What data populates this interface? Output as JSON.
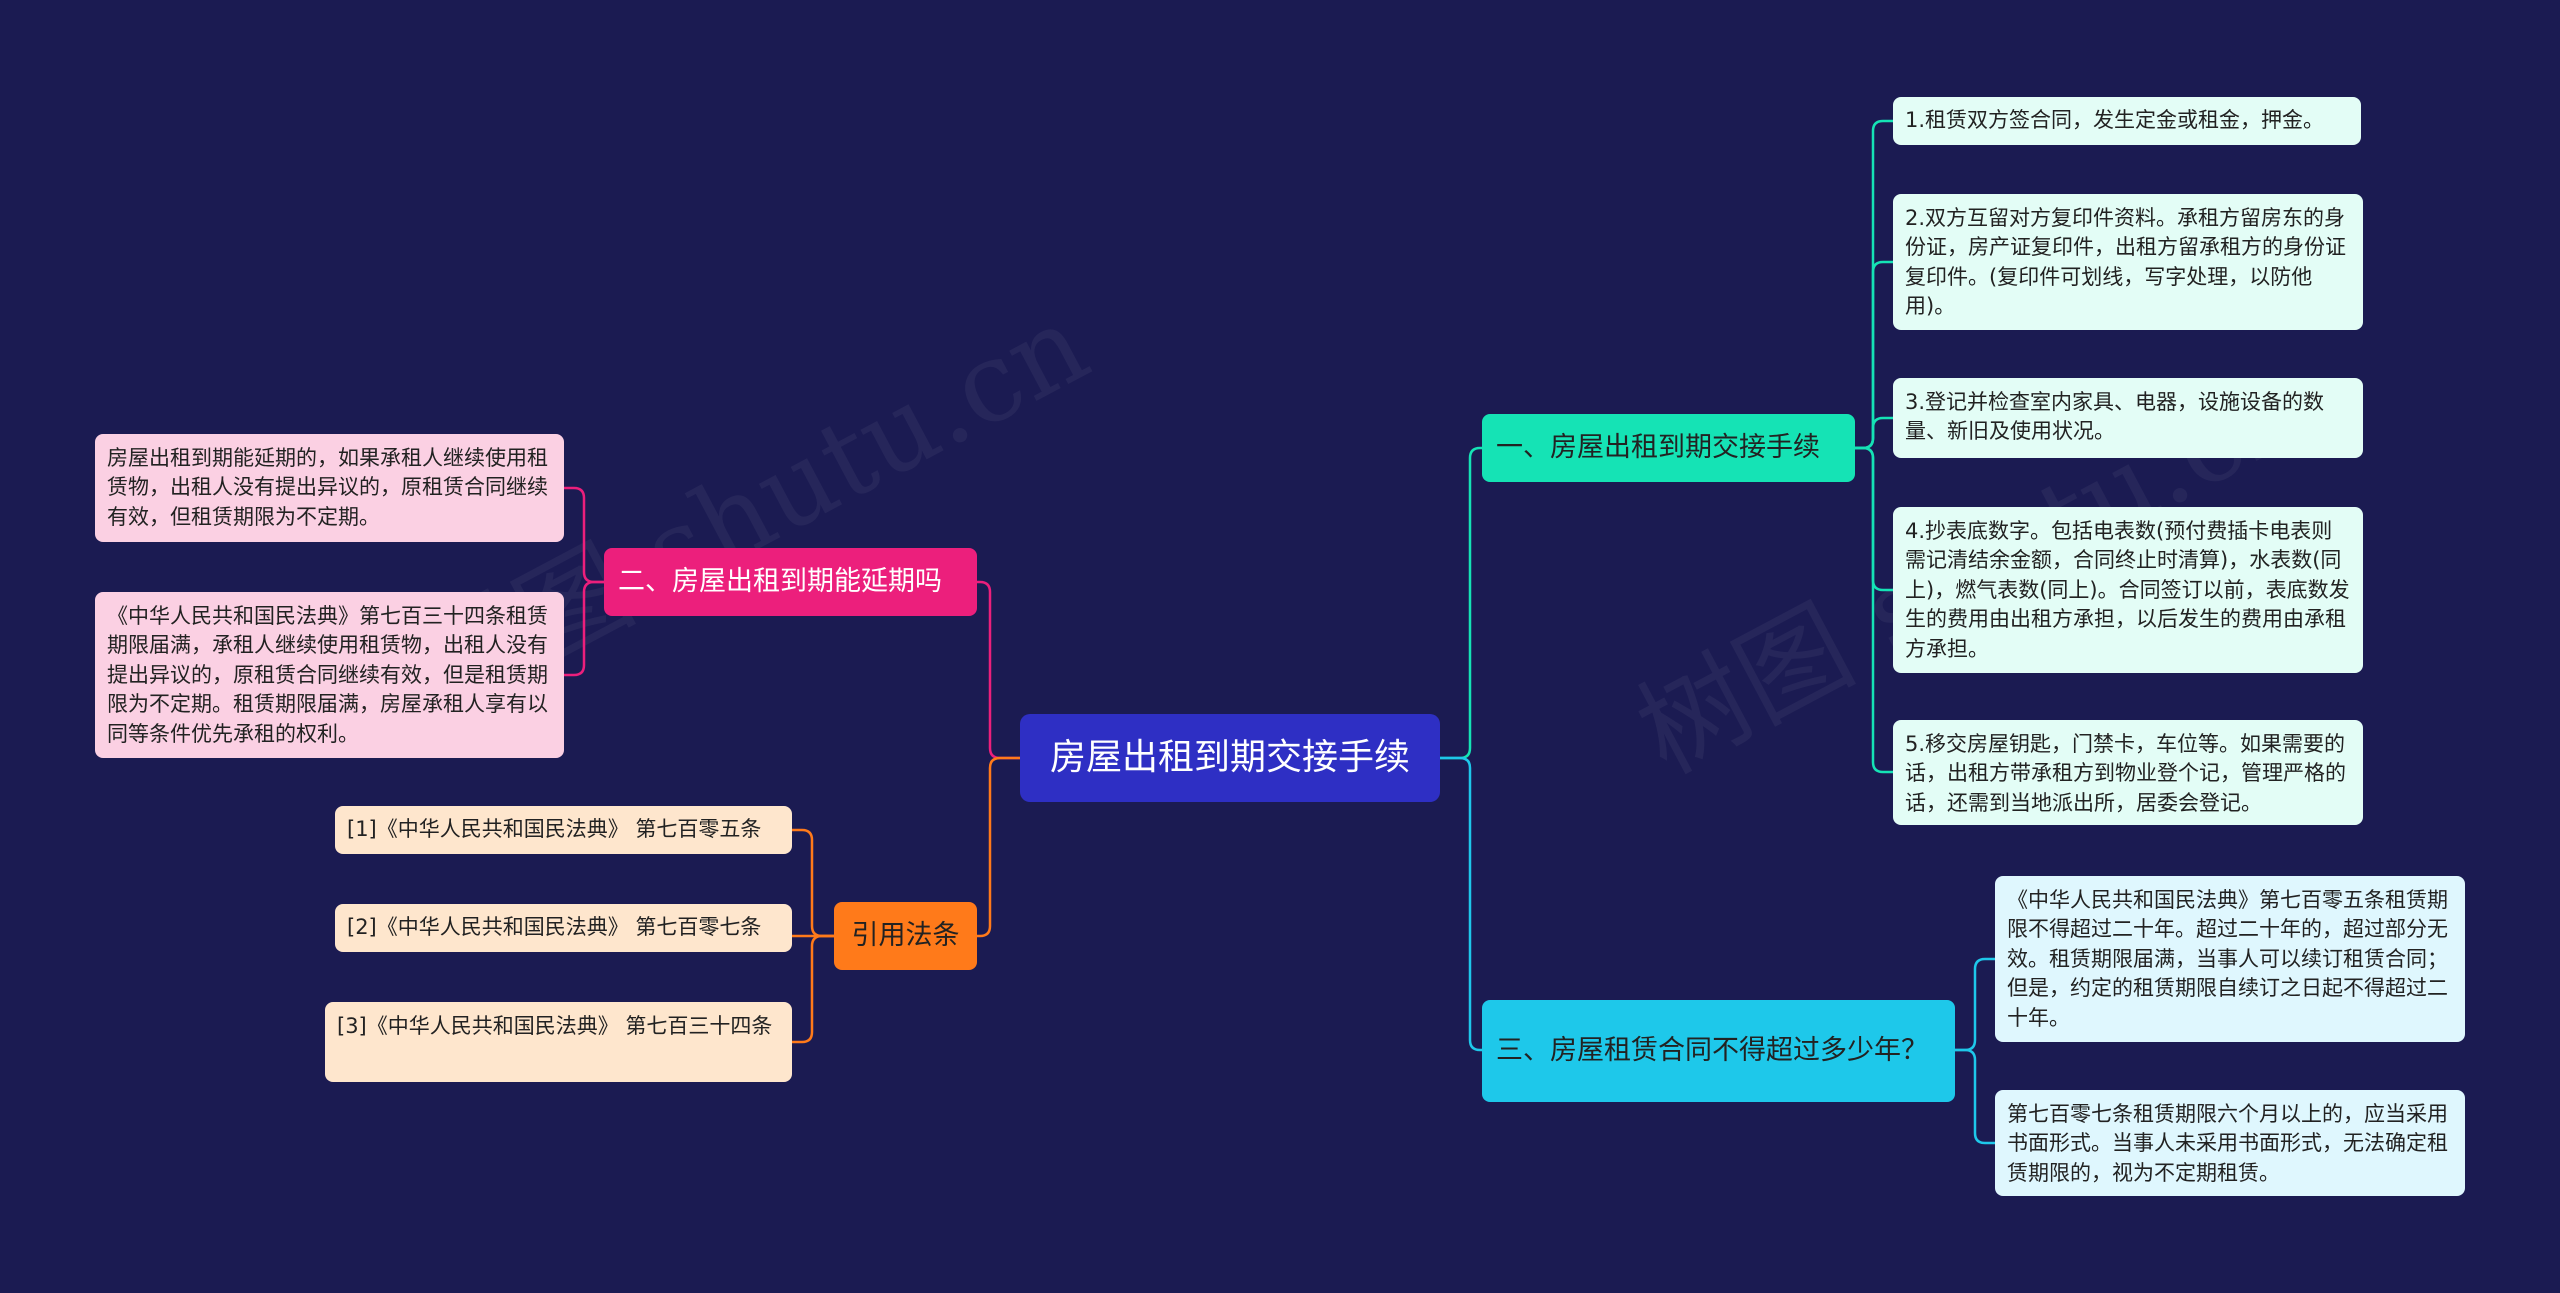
{
  "colors": {
    "background": "#1b1b52",
    "root": "#2e2fc4",
    "branch_teal": "#15e3b5",
    "branch_cyan": "#1ec8ea",
    "branch_pink": "#ec1f7c",
    "branch_orange": "#ff7a1a",
    "leaf_teal": "#e3fdf6",
    "leaf_cyan": "#dff7fe",
    "leaf_pink": "#fbd0e3",
    "leaf_orange": "#fee6cd"
  },
  "watermark": "树图 shutu.cn",
  "root": {
    "label": "房屋出租到期交接手续"
  },
  "branches": {
    "handover": {
      "label": "一、房屋出租到期交接手续",
      "items": [
        "1.租赁双方签合同，发生定金或租金，押金。",
        "2.双方互留对方复印件资料。承租方留房东的身份证，房产证复印件，出租方留承租方的身份证复印件。(复印件可划线，写字处理，以防他用)。",
        "3.登记并检查室内家具、电器，设施设备的数量、新旧及使用状况。",
        "4.抄表底数字。包括电表数(预付费插卡电表则需记清结余金额，合同终止时清算)，水表数(同上)，燃气表数(同上)。合同签订以前，表底数发生的费用由出租方承担，以后发生的费用由承租方承担。",
        "5.移交房屋钥匙，门禁卡，车位等。如果需要的话，出租方带承租方到物业登个记，管理严格的话，还需到当地派出所，居委会登记。"
      ]
    },
    "term": {
      "label": "三、房屋租赁合同不得超过多少年？",
      "items": [
        "《中华人民共和国民法典》第七百零五条租赁期限不得超过二十年。超过二十年的，超过部分无效。租赁期限届满，当事人可以续订租赁合同；但是，约定的租赁期限自续订之日起不得超过二十年。",
        "第七百零七条租赁期限六个月以上的，应当采用书面形式。当事人未采用书面形式，无法确定租赁期限的，视为不定期租赁。"
      ]
    },
    "extend": {
      "label": "二、房屋出租到期能延期吗",
      "items": [
        "房屋出租到期能延期的，如果承租人继续使用租赁物，出租人没有提出异议的，原租赁合同继续有效，但租赁期限为不定期。",
        "《中华人民共和国民法典》第七百三十四条租赁期限届满，承租人继续使用租赁物，出租人没有提出异议的，原租赁合同继续有效，但是租赁期限为不定期。租赁期限届满，房屋承租人享有以同等条件优先承租的权利。"
      ]
    },
    "laws": {
      "label": "引用法条",
      "items": [
        "[1]《中华人民共和国民法典》 第七百零五条",
        "[2]《中华人民共和国民法典》 第七百零七条",
        "[3]《中华人民共和国民法典》 第七百三十四条"
      ]
    }
  }
}
